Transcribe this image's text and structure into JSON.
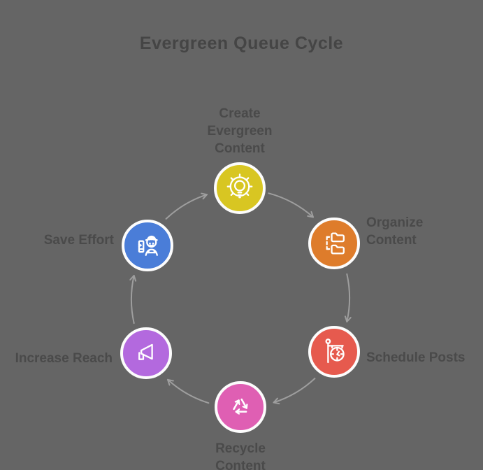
{
  "page": {
    "background_color": "#656565",
    "title_color": "#454545",
    "label_color": "#4a4a4a"
  },
  "title": "Evergreen Queue Cycle",
  "cycle": {
    "arrow_color": "#9e9e9e",
    "ring_border_color": "#fcfcfc",
    "nodes": [
      {
        "label": "Create\nEvergreen\nContent",
        "color": "#d8c622",
        "icon": "gear-lightbulb-icon",
        "position": "top"
      },
      {
        "label": "Organize\nContent",
        "color": "#de7c2b",
        "icon": "folder-tree-icon",
        "position": "upper-right"
      },
      {
        "label": "Schedule Posts",
        "color": "#e65a4e",
        "icon": "hanging-clock-icon",
        "position": "lower-right"
      },
      {
        "label": "Recycle\nContent",
        "color": "#df5fb3",
        "icon": "recycle-icon",
        "position": "bottom"
      },
      {
        "label": "Increase Reach",
        "color": "#b369de",
        "icon": "megaphone-icon",
        "position": "lower-left"
      },
      {
        "label": "Save Effort",
        "color": "#4a7dd8",
        "icon": "person-saw-icon",
        "position": "upper-left"
      }
    ]
  }
}
